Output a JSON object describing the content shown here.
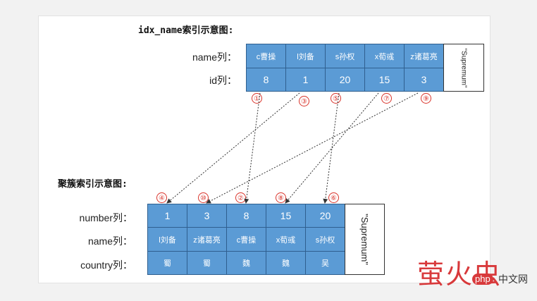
{
  "secondary_index": {
    "title": "idx_name索引示意图:",
    "name_row_label": "name列：",
    "id_row_label": "id列：",
    "names": [
      "c曹操",
      "l刘备",
      "s孙权",
      "x荀彧",
      "z诸葛亮"
    ],
    "ids": [
      "8",
      "1",
      "20",
      "15",
      "3"
    ],
    "supremum": "\"Supremum\"",
    "markers": [
      "①",
      "③",
      "⑤",
      "⑦",
      "⑨"
    ]
  },
  "clustered_index": {
    "title": "聚簇索引示意图:",
    "number_row_label": "number列：",
    "name_row_label": "name列：",
    "country_row_label": "country列：",
    "numbers": [
      "1",
      "3",
      "8",
      "15",
      "20"
    ],
    "names": [
      "l刘备",
      "z诸葛亮",
      "c曹操",
      "x荀彧",
      "s孙权"
    ],
    "countries": [
      "蜀",
      "蜀",
      "魏",
      "魏",
      "吴"
    ],
    "supremum": "\"Supremum\"",
    "markers": [
      "④",
      "⑩",
      "②",
      "⑧",
      "⑥"
    ]
  },
  "links": [
    {
      "from": 0,
      "to": 2
    },
    {
      "from": 1,
      "to": 0
    },
    {
      "from": 2,
      "to": 4
    },
    {
      "from": 3,
      "to": 3
    },
    {
      "from": 4,
      "to": 1
    }
  ],
  "watermark": {
    "main": "萤火虫",
    "en": "php",
    "cn": "中文网"
  },
  "colors": {
    "cell_fill": "#5b9bd5",
    "cell_border": "#2f5f8f",
    "marker": "#d9342b",
    "arrow": "#333333",
    "watermark": "#d8393b"
  }
}
